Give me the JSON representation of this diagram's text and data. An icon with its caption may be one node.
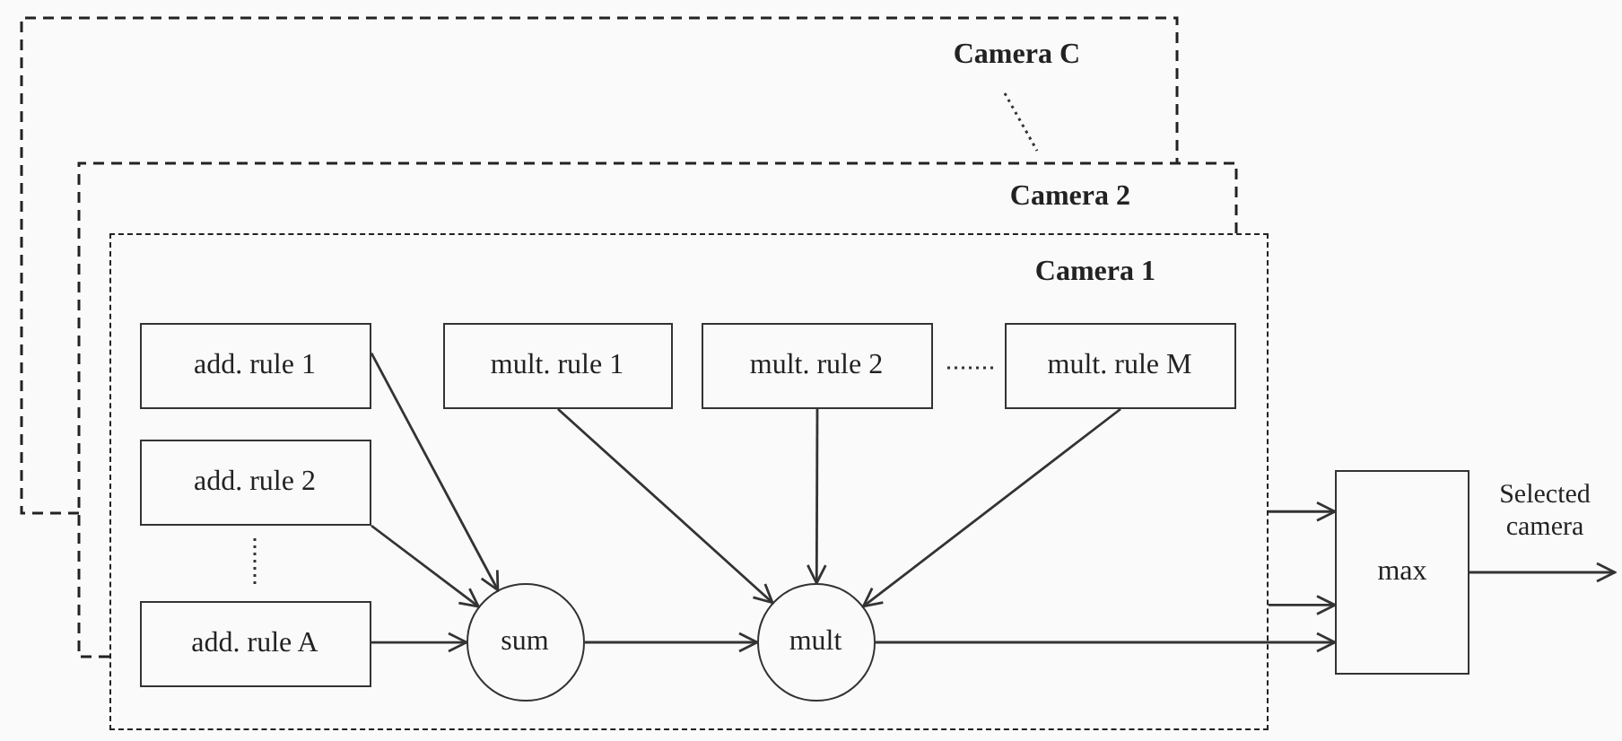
{
  "diagram": {
    "nodes": [
      {
        "text": [
          "Camera 1"
        ]
      },
      {
        "text": [
          "add. rule 1"
        ],
        "in": 0
      },
      {
        "text": [
          "add. rule 2"
        ],
        "in": 0
      },
      {
        "text": [
          "add. rule A"
        ],
        "in": 0
      },
      {
        "text": [
          "sum"
        ],
        "in": 0
      },
      {
        "text": [
          "mult. rule 1"
        ],
        "in": 0
      },
      {
        "text": [
          "mult. rule 2"
        ],
        "in": 0
      },
      {
        "text": [
          "mult. rule M"
        ],
        "in": 0
      },
      {
        "text": [
          "mult"
        ],
        "in": 0
      },
      {
        "text": [
          "max"
        ]
      }
    ],
    "edges": [
      {
        "from": 1,
        "to": 4,
        "arrow": "to"
      },
      {
        "from": 2,
        "to": 4,
        "arrow": "to"
      },
      {
        "from": 3,
        "to": 4,
        "arrow": "to"
      },
      {
        "from": 5,
        "to": 8,
        "arrow": "to"
      },
      {
        "from": 6,
        "to": 8,
        "arrow": "to"
      },
      {
        "from": 7,
        "to": 8,
        "arrow": "to"
      },
      {
        "from": 4,
        "to": 8,
        "arrow": "to"
      },
      {
        "from": 8,
        "to": 9,
        "arrow": "to"
      },
      {
        "from": 0,
        "to": 9,
        "arrow": "to"
      },
      {
        "from": 0,
        "to": 9,
        "arrow": "to"
      },
      {
        "from": 9,
        "to": null,
        "arrow": "to",
        "label": "Selected camera"
      }
    ],
    "labels": [
      "Camera C",
      "Camera 2"
    ]
  }
}
